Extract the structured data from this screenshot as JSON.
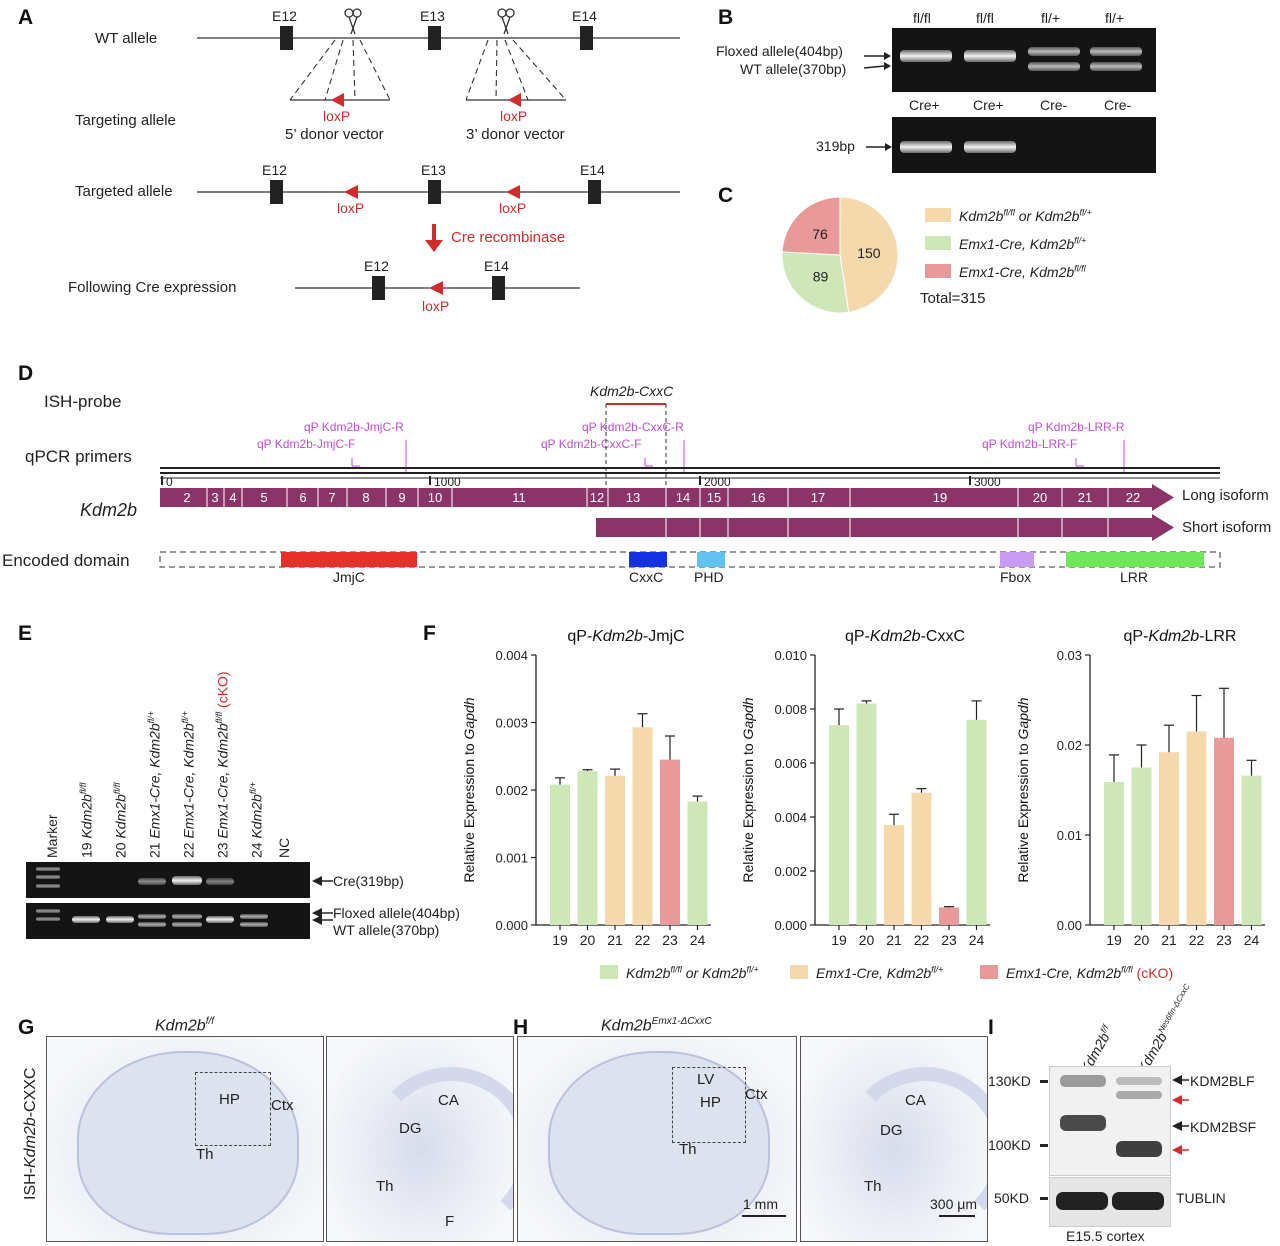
{
  "panels": {
    "A": "A",
    "B": "B",
    "C": "C",
    "D": "D",
    "E": "E",
    "F": "F",
    "G": "G",
    "H": "H",
    "I": "I"
  },
  "panelA": {
    "rows": [
      "WT allele",
      "Targeting allele",
      "Targeted allele",
      "Following Cre expression"
    ],
    "exons_top": [
      "E12",
      "E13",
      "E14"
    ],
    "exons_bottom": [
      "E12",
      "E14"
    ],
    "loxp": "loxP",
    "donor5": "5’ donor vector",
    "donor3": "3’ donor vector",
    "cre": "Cre recombinase"
  },
  "panelB": {
    "lanes_top": [
      "fl/fl",
      "fl/fl",
      "fl/+",
      "fl/+"
    ],
    "lanes_bottom": [
      "Cre+",
      "Cre+",
      "Cre-",
      "Cre-"
    ],
    "label_floxed": "Floxed allele(404bp)",
    "label_wt": "WT allele(370bp)",
    "label_cre": "319bp"
  },
  "panelC": {
    "slices": [
      {
        "value": 150,
        "label": "150",
        "legend_main": "Kdm2b",
        "legend_sup": "fl/fl",
        "legend_mid": " or Kdm2b",
        "legend_sup2": "fl/+",
        "color": "#f5d9ad"
      },
      {
        "value": 89,
        "label": "89",
        "legend_main": "Emx1-Cre, Kdm2b",
        "legend_sup": "fl/+",
        "color": "#cfe6b8"
      },
      {
        "value": 76,
        "label": "76",
        "legend_main": "Emx1-Cre, Kdm2b",
        "legend_sup": "fl/fl",
        "color": "#e89a9a"
      }
    ],
    "total": "Total=315"
  },
  "panelD": {
    "ish_probe": "ISH-probe",
    "ish_name": "Kdm2b-CxxC",
    "qpcr": "qPCR primers",
    "primers": [
      "qP Kdm2b-JmjC-R",
      "qP Kdm2b-JmjC-F",
      "qP Kdm2b-CxxC-R",
      "qP Kdm2b-CxxC-F",
      "qP Kdm2b-LRR-R",
      "qP Kdm2b-LRR-F"
    ],
    "ruler": [
      "0",
      "1000",
      "2000",
      "3000"
    ],
    "gene": "Kdm2b",
    "exons": [
      "2",
      "3",
      "4",
      "5",
      "6",
      "7",
      "8",
      "9",
      "10",
      "11",
      "12",
      "13",
      "14",
      "15",
      "16",
      "17",
      "19",
      "20",
      "21",
      "22"
    ],
    "long_isoform": "Long isoform",
    "short_isoform": "Short isoform",
    "encoded_domain": "Encoded domain",
    "domains": [
      {
        "name": "JmjC",
        "color": "#e8302a"
      },
      {
        "name": "CxxC",
        "color": "#1530e0"
      },
      {
        "name": "PHD",
        "color": "#63c3f0"
      },
      {
        "name": "Fbox",
        "color": "#c79cf2"
      },
      {
        "name": "LRR",
        "color": "#6ee85a"
      }
    ]
  },
  "panelE": {
    "marker": "Marker",
    "lanes": [
      {
        "num": "19",
        "pre": " Kdm2b",
        "sup": "fl/fl"
      },
      {
        "num": "20",
        "pre": " Kdm2b",
        "sup": "fl/fl"
      },
      {
        "num": "21",
        "pre": " Emx1-Cre, Kdm2b",
        "sup": "fl/+"
      },
      {
        "num": "22",
        "pre": " Emx1-Cre, Kdm2b",
        "sup": "fl/+"
      },
      {
        "num": "23",
        "pre": " Emx1-Cre, Kdm2b",
        "sup": "fl/fl",
        "extra": " (cKO)"
      },
      {
        "num": "24",
        "pre": " Kdm2b",
        "sup": "fl/+"
      }
    ],
    "nc": "NC",
    "label_cre": "Cre(319bp)",
    "label_floxed": "Floxed allele(404bp)",
    "label_wt": "WT allele(370bp)"
  },
  "chart_data": [
    {
      "type": "bar",
      "title_pre": "qP-",
      "title_it": "Kdm2b",
      "title_post": "-JmjC",
      "ylabel_pre": "Relative Expression to ",
      "ylabel_it": "Gapdh",
      "categories": [
        "19",
        "20",
        "21",
        "22",
        "23",
        "24"
      ],
      "values": [
        0.00208,
        0.00228,
        0.00221,
        0.00293,
        0.00245,
        0.00183
      ],
      "errors": [
        0.0001,
        2e-05,
        0.0001,
        0.0002,
        0.00035,
        8e-05
      ],
      "ylim": [
        0,
        0.004
      ],
      "ticks": [
        "0.000",
        "0.001",
        "0.002",
        "0.003",
        "0.004"
      ],
      "colors": [
        "#cfe6b8",
        "#cfe6b8",
        "#f5d9ad",
        "#f5d9ad",
        "#e89a9a",
        "#cfe6b8"
      ]
    },
    {
      "type": "bar",
      "title_pre": "qP-",
      "title_it": "Kdm2b",
      "title_post": "-CxxC",
      "ylabel_pre": "Relative Expression to ",
      "ylabel_it": "Gapdh",
      "categories": [
        "19",
        "20",
        "21",
        "22",
        "23",
        "24"
      ],
      "values": [
        0.0074,
        0.0082,
        0.0037,
        0.0049,
        0.00065,
        0.0076
      ],
      "errors": [
        0.0006,
        0.0001,
        0.0004,
        0.00015,
        3e-05,
        0.0007
      ],
      "ylim": [
        0,
        0.01
      ],
      "ticks": [
        "0.000",
        "0.002",
        "0.004",
        "0.006",
        "0.008",
        "0.010"
      ],
      "colors": [
        "#cfe6b8",
        "#cfe6b8",
        "#f5d9ad",
        "#f5d9ad",
        "#e89a9a",
        "#cfe6b8"
      ]
    },
    {
      "type": "bar",
      "title_pre": "qP-",
      "title_it": "Kdm2b",
      "title_post": "-LRR",
      "ylabel_pre": "Relative Expression to ",
      "ylabel_it": "Gapdh",
      "categories": [
        "19",
        "20",
        "21",
        "22",
        "23",
        "24"
      ],
      "values": [
        0.0159,
        0.0175,
        0.0192,
        0.0215,
        0.0208,
        0.0166
      ],
      "errors": [
        0.003,
        0.0025,
        0.003,
        0.004,
        0.0055,
        0.0017
      ],
      "ylim": [
        0,
        0.03
      ],
      "ticks": [
        "0.00",
        "0.01",
        "0.02",
        "0.03"
      ],
      "colors": [
        "#cfe6b8",
        "#cfe6b8",
        "#f5d9ad",
        "#f5d9ad",
        "#e89a9a",
        "#cfe6b8"
      ]
    }
  ],
  "panelF_legend": [
    {
      "main": "Kdm2b",
      "sup": "fl/fl",
      "mid": " or Kdm2b",
      "sup2": "fl/+",
      "color": "#cfe6b8"
    },
    {
      "main": "Emx1-Cre, Kdm2b",
      "sup": "fl/+",
      "color": "#f5d9ad"
    },
    {
      "main": "Emx1-Cre, Kdm2b",
      "sup": "fl/fl",
      "extra": " (cKO)",
      "color": "#e89a9a"
    }
  ],
  "panelG": {
    "side": "ISH-Kdm2b-CXXC",
    "side_pre": "ISH-",
    "side_it": "Kdm2b",
    "side_post": "-CXXC",
    "title_main": "Kdm2b",
    "title_sup": "f/f",
    "labels": [
      "HP",
      "Ctx",
      "Th"
    ],
    "zoom": [
      "CA",
      "DG",
      "Th",
      "F"
    ]
  },
  "panelH": {
    "title_main": "Kdm2b",
    "title_sup": "Emx1-ΔCxxC",
    "labels": [
      "LV",
      "HP",
      "Ctx",
      "Th"
    ],
    "zoom": [
      "CA",
      "DG",
      "Th"
    ],
    "scale1": "1 mm",
    "scale2": "300 μm"
  },
  "panelI": {
    "lanes": [
      {
        "main": "Kdm2b",
        "sup": "f/f"
      },
      {
        "main": "Kdm2b",
        "sup": "Nes6fin-ΔCxxC"
      }
    ],
    "markers": [
      "130KD",
      "100KD",
      "50KD"
    ],
    "bands": [
      "KDM2BLF",
      "KDM2BSF"
    ],
    "loading": "TUBLIN",
    "tissue": "E15.5 cortex"
  }
}
